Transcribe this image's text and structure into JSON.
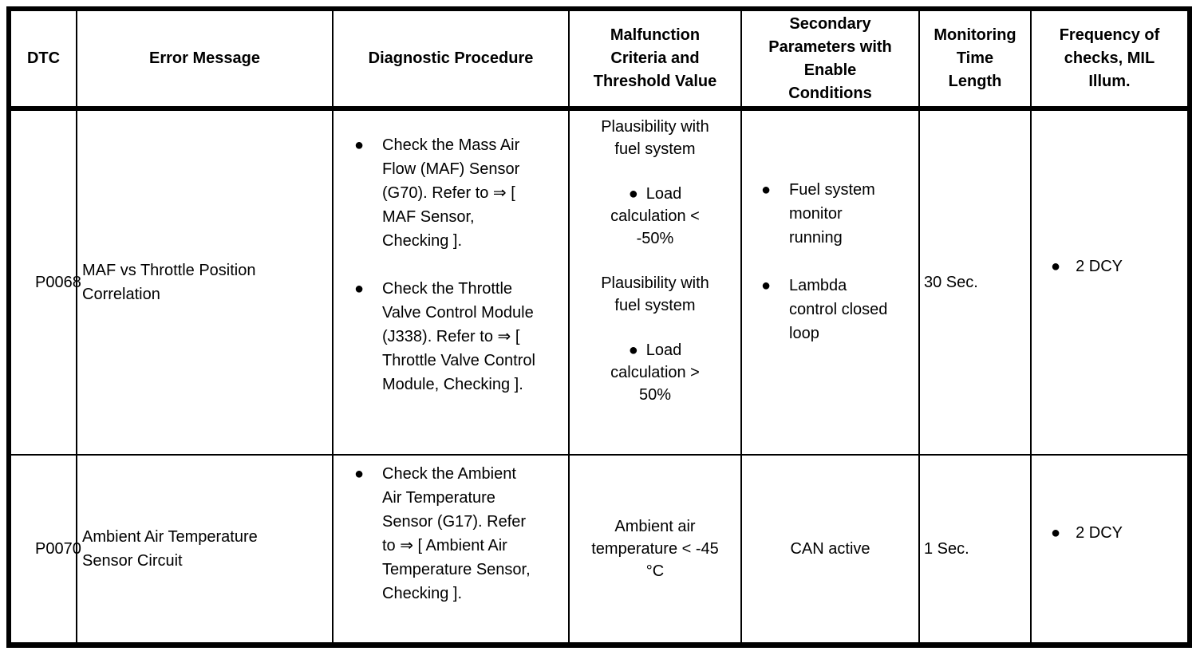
{
  "icons": {
    "bullet": "●"
  },
  "colors": {
    "border": "#000000",
    "text": "#000000",
    "background": "#ffffff"
  },
  "table": {
    "columns": [
      {
        "id": "dtc",
        "label": "DTC",
        "lines": [
          "DTC"
        ]
      },
      {
        "id": "error_message",
        "label": "Error Message",
        "lines": [
          "Error Message"
        ]
      },
      {
        "id": "diagnostic_procedure",
        "label": "Diagnostic Procedure",
        "lines": [
          "Diagnostic Procedure"
        ]
      },
      {
        "id": "malfunction_criteria",
        "label": "Malfunction Criteria and Threshold Value",
        "lines": [
          "Malfunction",
          "Criteria and",
          "Threshold Value"
        ]
      },
      {
        "id": "secondary_parameters",
        "label": "Secondary Parameters with Enable Conditions",
        "lines": [
          "Secondary",
          "Parameters with",
          "Enable",
          "Conditions"
        ]
      },
      {
        "id": "monitoring_time",
        "label": "Monitoring Time Length",
        "lines": [
          "Monitoring",
          "Time",
          "Length"
        ]
      },
      {
        "id": "frequency",
        "label": "Frequency of checks, MIL Illum.",
        "lines": [
          "Frequency of",
          "checks, MIL",
          "Illum."
        ]
      }
    ],
    "rows": [
      {
        "dtc": "P0068",
        "error_message": "MAF vs Throttle Position Correlation",
        "error_message_lines": [
          "MAF vs Throttle Position",
          "Correlation"
        ],
        "diagnostic_procedure": [
          {
            "text": "Check the Mass Air Flow (MAF) Sensor (G70). Refer to ⇒ [ MAF Sensor, Checking ].",
            "lines": [
              "Check the Mass Air",
              "Flow (MAF) Sensor",
              "(G70). Refer to ⇒ [",
              "MAF Sensor,",
              "Checking ]."
            ]
          },
          {
            "text": "Check the Throttle Valve Control Module (J338). Refer to ⇒ [ Throttle Valve Control Module, Checking ].",
            "lines": [
              "Check the Throttle",
              "Valve Control Module",
              "(J338). Refer to ⇒ [",
              "Throttle Valve Control",
              "Module, Checking ]."
            ]
          }
        ],
        "malfunction_criteria": [
          {
            "kind": "text",
            "text": "Plausibility with fuel system",
            "lines": [
              "Plausibility with",
              "fuel system"
            ]
          },
          {
            "kind": "bullet",
            "text": "Load calculation < -50%",
            "lines": [
              "Load",
              "calculation <",
              "-50%"
            ]
          },
          {
            "kind": "text",
            "text": "Plausibility with fuel system",
            "lines": [
              "Plausibility with",
              "fuel system"
            ]
          },
          {
            "kind": "bullet",
            "text": "Load calculation > 50%",
            "lines": [
              "Load",
              "calculation >",
              "50%"
            ]
          }
        ],
        "secondary_parameters": [
          {
            "kind": "bullet",
            "text": "Fuel system monitor running",
            "lines": [
              "Fuel system",
              "monitor",
              "running"
            ]
          },
          {
            "kind": "bullet",
            "text": "Lambda control closed loop",
            "lines": [
              "Lambda",
              "control closed",
              "loop"
            ]
          }
        ],
        "monitoring_time": "30 Sec.",
        "frequency": [
          {
            "kind": "bullet",
            "text": "2 DCY"
          }
        ]
      },
      {
        "dtc": "P0070",
        "error_message": "Ambient Air Temperature Sensor Circuit",
        "error_message_lines": [
          "Ambient Air Temperature",
          "Sensor Circuit"
        ],
        "diagnostic_procedure": [
          {
            "text": "Check the Ambient Air Temperature Sensor (G17). Refer to ⇒ [ Ambient Air Temperature Sensor, Checking ].",
            "lines": [
              "Check the Ambient",
              "Air Temperature",
              "Sensor (G17). Refer",
              "to ⇒ [ Ambient Air",
              "Temperature Sensor,",
              "Checking ]."
            ]
          }
        ],
        "malfunction_criteria": [
          {
            "kind": "text",
            "text": "Ambient air temperature < -45 °C",
            "lines": [
              "Ambient air",
              "temperature < -45",
              "°C"
            ]
          }
        ],
        "secondary_parameters": [
          {
            "kind": "text",
            "text": "CAN active",
            "lines": [
              "CAN active"
            ]
          }
        ],
        "monitoring_time": "1 Sec.",
        "frequency": [
          {
            "kind": "bullet",
            "text": "2 DCY"
          }
        ]
      }
    ]
  }
}
